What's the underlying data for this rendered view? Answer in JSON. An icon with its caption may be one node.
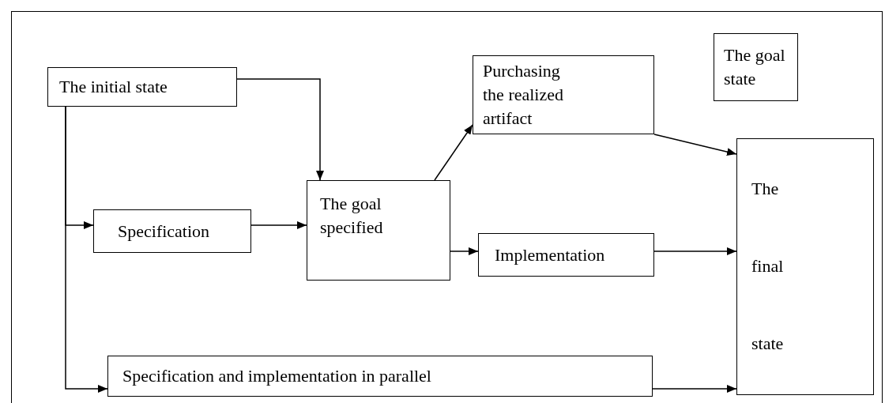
{
  "diagram": {
    "nodes": [
      {
        "text": [
          "The initial state"
        ]
      },
      {
        "text": [
          "The goal state"
        ]
      },
      {
        "text": [
          "Purchasing the realized artifact"
        ]
      },
      {
        "text": [
          "Specification"
        ]
      },
      {
        "text": [
          "The goal specified"
        ]
      },
      {
        "text": [
          "Implementation"
        ]
      },
      {
        "text": [
          "The final state"
        ]
      },
      {
        "text": [
          "Specification and implementation in parallel"
        ]
      }
    ],
    "edges": [
      {
        "from": 0,
        "to": 4,
        "arrow": "to"
      },
      {
        "from": 0,
        "to": 3,
        "arrow": "to"
      },
      {
        "from": 0,
        "to": 7,
        "arrow": "to"
      },
      {
        "from": 3,
        "to": 4,
        "arrow": "to"
      },
      {
        "from": 4,
        "to": 2,
        "arrow": "to"
      },
      {
        "from": 4,
        "to": 5,
        "arrow": "to"
      },
      {
        "from": 2,
        "to": 6,
        "arrow": "to"
      },
      {
        "from": 5,
        "to": 6,
        "arrow": "to"
      },
      {
        "from": 7,
        "to": 6,
        "arrow": "to"
      }
    ]
  }
}
